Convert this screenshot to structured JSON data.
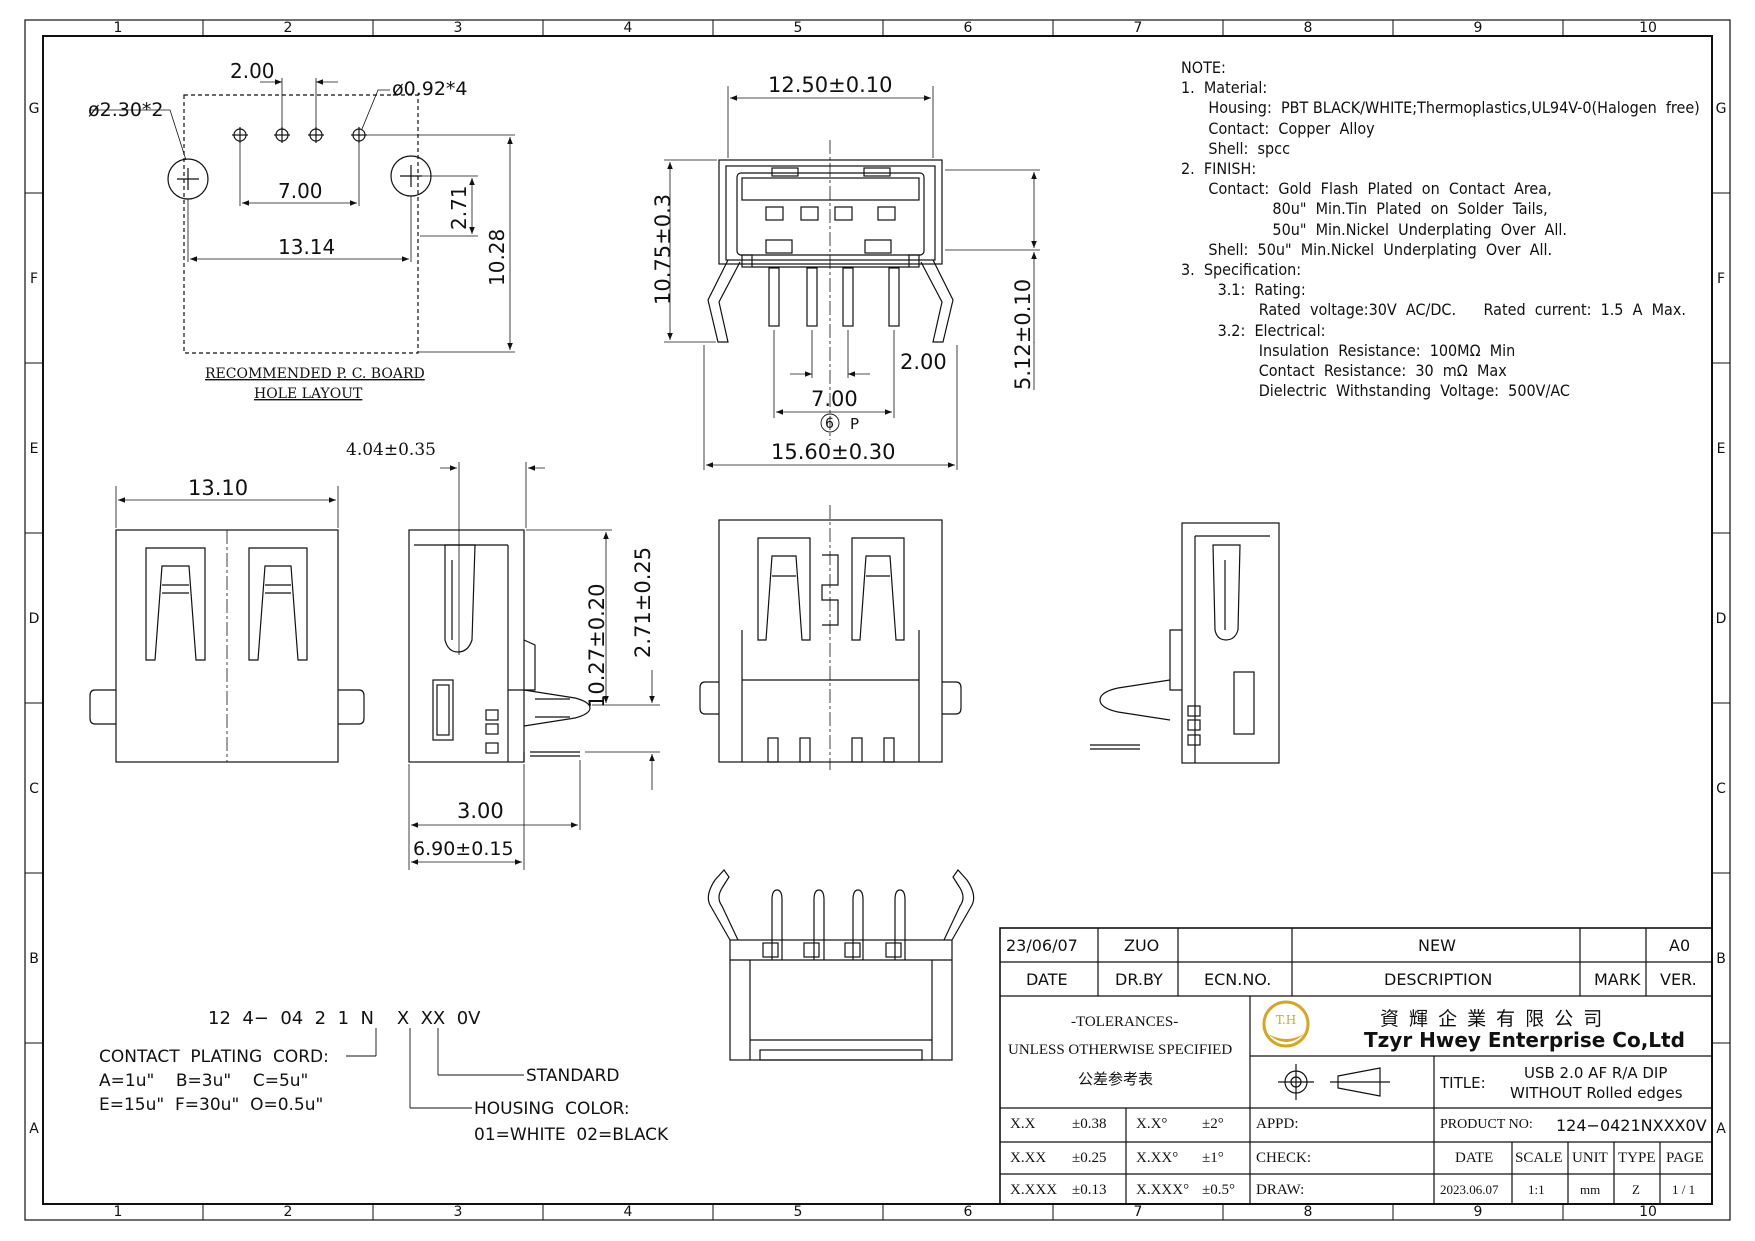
{
  "border": {
    "columns": [
      "1",
      "2",
      "3",
      "4",
      "5",
      "6",
      "7",
      "8",
      "9",
      "10"
    ],
    "rows": [
      "G",
      "F",
      "E",
      "D",
      "C",
      "B",
      "A"
    ]
  },
  "pcb_layout": {
    "dim_pitch": "2.00",
    "dim_hole_small": "ø0.92*4",
    "dim_hole_large": "ø2.30*2",
    "dim_7": "7.00",
    "dim_13_14": "13.14",
    "dim_2_71": "2.71",
    "dim_10_28": "10.28",
    "caption_line1": "RECOMMENDED   P. C. BOARD",
    "caption_line2": "HOLE  LAYOUT"
  },
  "front_view": {
    "dim_width": "12.50±0.10",
    "dim_height": "10.75±0.3",
    "dim_tail": "5.12±0.10",
    "dim_pitch": "2.00",
    "dim_7": "7.00",
    "dim_p_symbol": "6",
    "dim_p_label": "P",
    "dim_total": "15.60±0.30"
  },
  "top_view": {
    "dim_width": "13.10"
  },
  "side_view": {
    "dim_top": "4.04±0.35",
    "dim_10_27": "10.27±0.20",
    "dim_2_71": "2.71±0.25",
    "dim_3": "3.00",
    "dim_6_90": "6.90±0.15"
  },
  "notes": {
    "lines": [
      "NOTE:",
      "1.  Material:",
      "      Housing:  PBT BLACK/WHITE;Thermoplastics,UL94V-0(Halogen  free)",
      "      Contact:  Copper  Alloy",
      "      Shell:  spcc",
      "2.  FINISH:",
      "      Contact:  Gold  Flash  Plated  on  Contact  Area,",
      "                    80u\"  Min.Tin  Plated  on  Solder  Tails,",
      "                    50u\"  Min.Nickel  Underplating  Over  All.",
      "      Shell:  50u\"  Min.Nickel  Underplating  Over  All.",
      "3.  Specification:",
      "        3.1:  Rating:",
      "                 Rated  voltage:30V  AC/DC.      Rated  current:  1.5  A  Max.",
      "        3.2:  Electrical:",
      "                 Insulation  Resistance:  100MΩ  Min",
      "                 Contact  Resistance:  30  mΩ  Max",
      "                 Dielectric  Withstanding  Voltage:  500V/AC"
    ]
  },
  "part_code": {
    "code": "12  4−  04  2  1  N    X  XX  0V",
    "plating_title": "CONTACT  PLATING  CORD:",
    "plating_line1": "A=1u\"    B=3u\"    C=5u\"",
    "plating_line2": "E=15u\"  F=30u\"  O=0.5u\"",
    "standard": "STANDARD",
    "housing_title": "HOUSING  COLOR:",
    "housing_values": "01=WHITE  02=BLACK"
  },
  "title_block": {
    "rev_date": "23/06/07",
    "rev_by": "ZUO",
    "rev_desc": "NEW",
    "rev_ver": "A0",
    "hdr_date": "DATE",
    "hdr_drby": "DR.BY",
    "hdr_ecn": "ECN.NO.",
    "hdr_desc": "DESCRIPTION",
    "hdr_mark": "MARK",
    "hdr_ver": "VER.",
    "tol_title": "-TOLERANCES-",
    "tol_sub": "UNLESS OTHERWISE SPECIFIED",
    "tol_cn": "公差参考表",
    "logo_mark": "T.H",
    "company_cn": "資 輝 企 業 有 限 公 司",
    "company_en": "Tzyr Hwey Enterprise Co,Ltd",
    "title_label": "TITLE:",
    "title_line1": "USB 2.0 AF R/A DIP",
    "title_line2": "WITHOUT Rolled edges",
    "tol_rows": [
      [
        "X.X",
        "±0.38",
        "X.X°",
        "±2°"
      ],
      [
        "X.XX",
        "±0.25",
        "X.XX°",
        "±1°"
      ],
      [
        "X.XXX",
        "±0.13",
        "X.XXX°",
        "±0.5°"
      ]
    ],
    "appd": "APPD:",
    "check": "CHECK:",
    "draw": "DRAW:",
    "product_label": "PRODUCT NO:",
    "product_no": "124−0421NXXX0V",
    "h_date": "DATE",
    "h_scale": "SCALE",
    "h_unit": "UNIT",
    "h_type": "TYPE",
    "h_page": "PAGE",
    "v_date": "2023.06.07",
    "v_scale": "1:1",
    "v_unit": "mm",
    "v_type": "Z",
    "v_page": "1 / 1"
  },
  "colors": {
    "logo_gold": "#d9a520"
  }
}
